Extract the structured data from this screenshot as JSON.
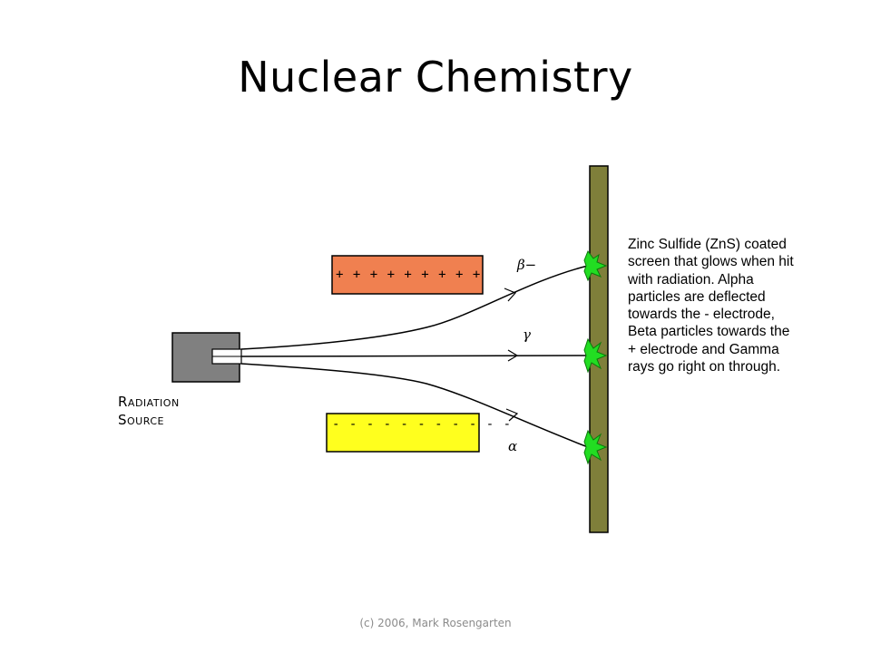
{
  "slide": {
    "title": "Nuclear Chemistry",
    "footer": "(c) 2006, Mark Rosengarten"
  },
  "diagram": {
    "source_label_line1": "Radiation",
    "source_label_line2": "Source",
    "positive_plate_text": "+ + + + + + + + +",
    "negative_plate_text": "- - - - - - - - - - -",
    "beta_label": "β−",
    "gamma_label": "γ",
    "alpha_label": "α",
    "caption": "Zinc Sulfide (ZnS) coated\nscreen that glows when hit\nwith radiation.  Alpha\nparticles are deflected\ntowards the - electrode,\nBeta particles towards the\n+ electrode and Gamma\nrays go right on through.",
    "colors": {
      "positive_plate": "#f08050",
      "negative_plate": "#ffff1e",
      "screen": "#7f7f3a",
      "source_box": "#808080",
      "glow": "#22dd22"
    }
  }
}
